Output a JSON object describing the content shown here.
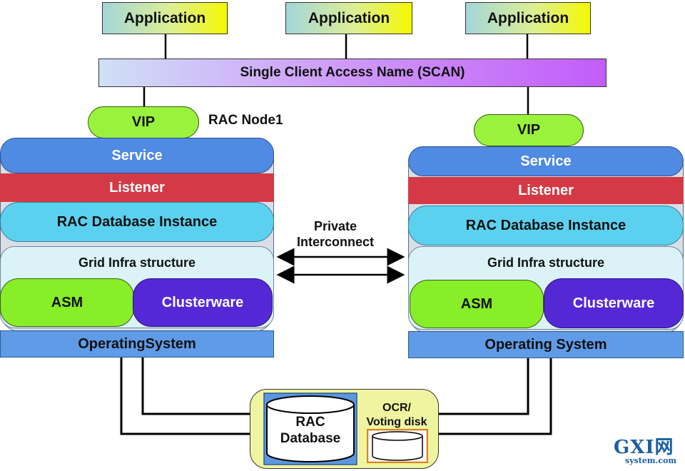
{
  "applications": [
    "Application",
    "Application",
    "Application"
  ],
  "scan": "Single Client Access Name (SCAN)",
  "node1": {
    "title": "RAC Node1",
    "vip": "VIP",
    "service": "Service",
    "listener": "Listener",
    "instance": "RAC Database Instance",
    "grid": "Grid Infra structure",
    "asm": "ASM",
    "clusterware": "Clusterware",
    "os": "OperatingSystem"
  },
  "node2": {
    "vip": "VIP",
    "service": "Service",
    "listener": "Listener",
    "instance": "RAC Database Instance",
    "grid": "Grid Infra structure",
    "asm": "ASM",
    "clusterware": "Clusterware",
    "os": "Operating System"
  },
  "interconnect": {
    "line1": "Private",
    "line2": "Interconnect"
  },
  "storage": {
    "database_line1": "RAC",
    "database_line2": "Database",
    "ocr_line1": "OCR/",
    "ocr_line2": "Voting disk"
  },
  "watermark": {
    "brand": "GXI网",
    "site": "system.com"
  },
  "colors": {
    "application": "#f4f900",
    "scan": "#c15dfa",
    "vip": "#99f33c",
    "service": "#4f8ae3",
    "listener": "#d33a45",
    "instance": "#5bd1ef",
    "asm": "#88ee28",
    "clusterware": "#5528d6",
    "os": "#5f9be6",
    "storage": "#f0f4a0"
  }
}
